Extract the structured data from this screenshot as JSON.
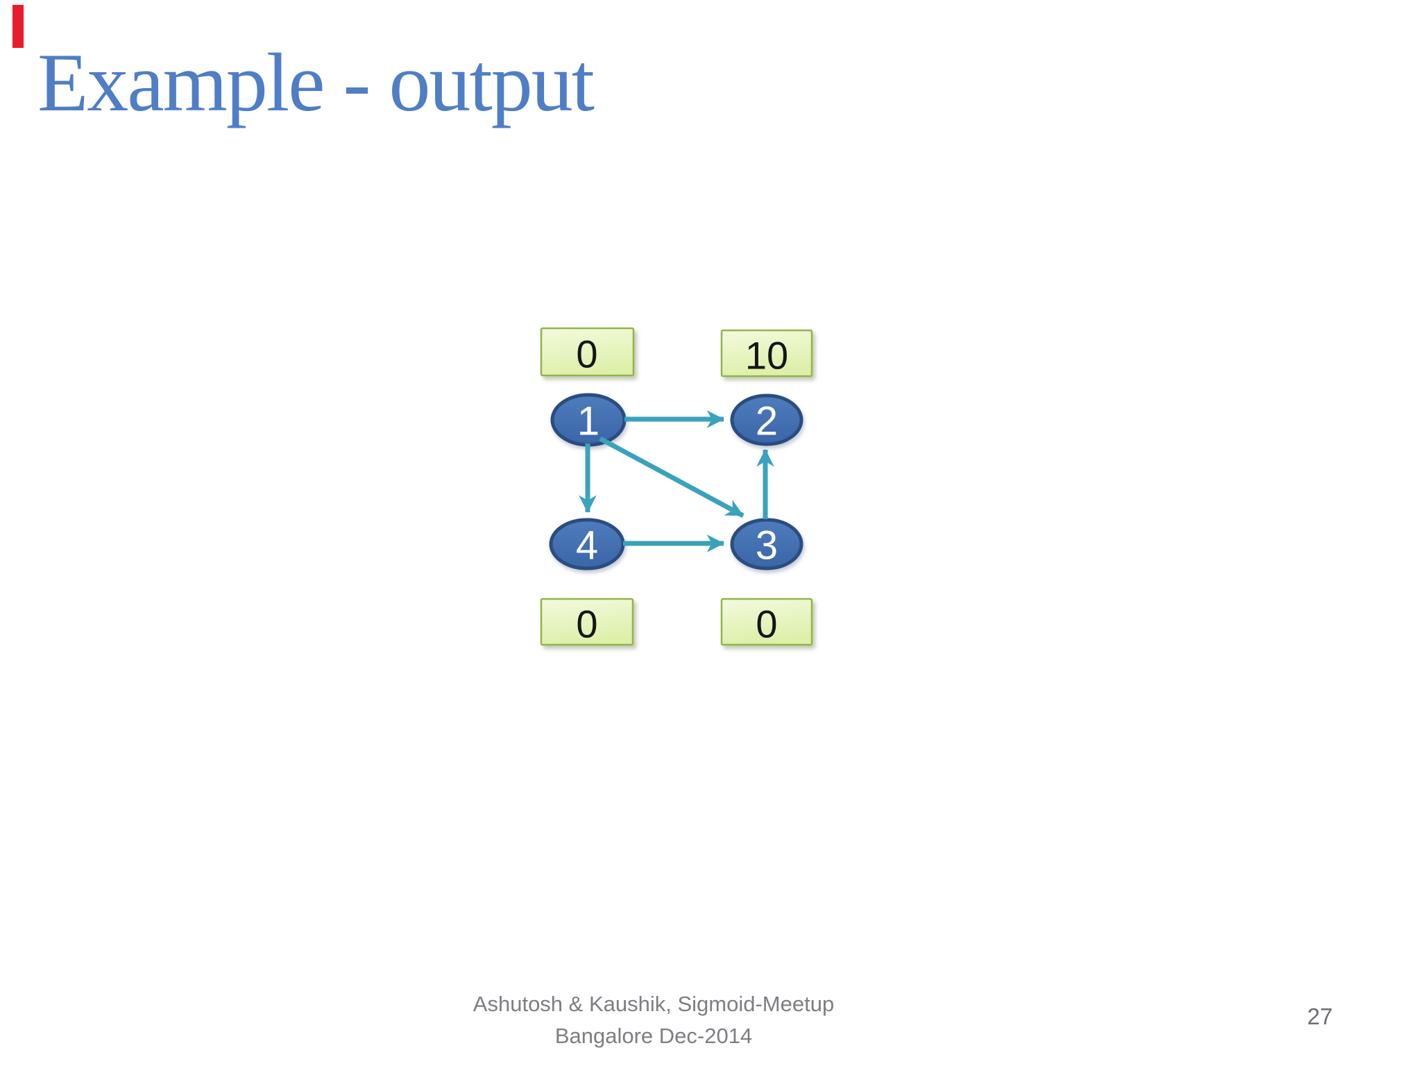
{
  "slide": {
    "title": "Example - output",
    "footer_line1": "Ashutosh & Kaushik, Sigmoid-Meetup",
    "footer_line2": "Bangalore Dec-2014",
    "page_number": "27"
  },
  "colors": {
    "title_blue": "#4f7ec6",
    "node_fill": "#3f6fb5",
    "node_border": "#2b4e80",
    "edge_teal": "#3aa2bc",
    "value_box_fill_top": "#f3fadd",
    "value_box_fill_bottom": "#ddf0aa",
    "value_box_border": "#94b34a",
    "footer_gray": "#7e7d83",
    "red_marker": "#e81c2e"
  },
  "diagram": {
    "nodes": [
      {
        "id": "1",
        "label": "1"
      },
      {
        "id": "2",
        "label": "2"
      },
      {
        "id": "4",
        "label": "4"
      },
      {
        "id": "3",
        "label": "3"
      }
    ],
    "value_boxes": [
      {
        "node": "1",
        "value": "0"
      },
      {
        "node": "2",
        "value": "10"
      },
      {
        "node": "4",
        "value": "0"
      },
      {
        "node": "3",
        "value": "0"
      }
    ],
    "edges": [
      {
        "from": "1",
        "to": "2"
      },
      {
        "from": "1",
        "to": "4"
      },
      {
        "from": "1",
        "to": "3"
      },
      {
        "from": "4",
        "to": "3"
      },
      {
        "from": "3",
        "to": "2"
      }
    ]
  }
}
